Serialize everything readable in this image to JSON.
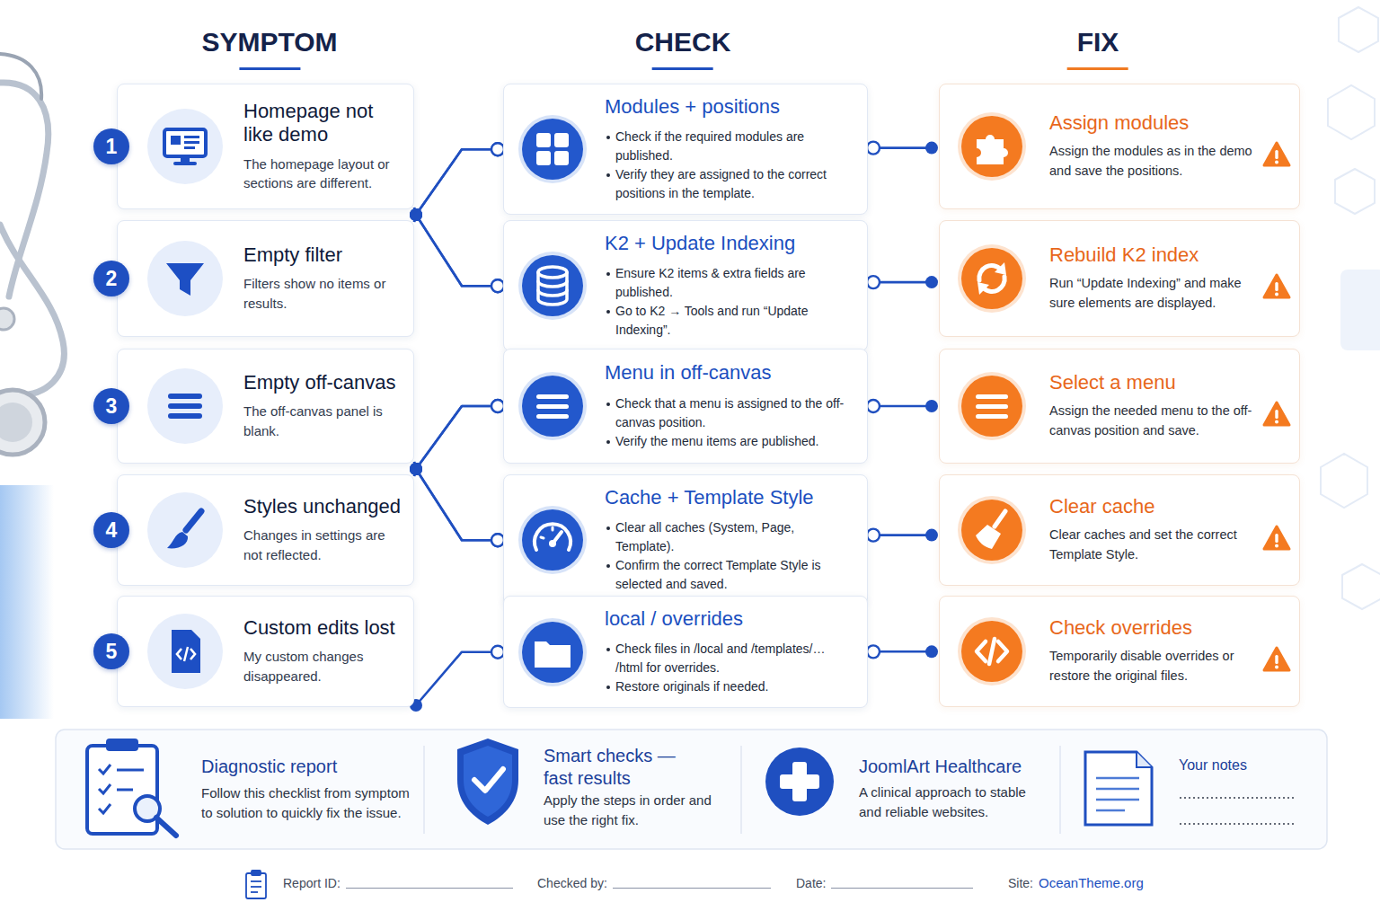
{
  "diagram": {
    "nodes": [
      {
        "text": [
          "Homepage not like demo",
          "The homepage layout or sections are different."
        ]
      },
      {
        "text": [
          "Empty filter",
          "Filters show no items or results."
        ]
      },
      {
        "text": [
          "Empty off-canvas",
          "The off-canvas panel is blank."
        ]
      },
      {
        "text": [
          "Styles unchanged",
          "Changes in settings are not reflected."
        ]
      },
      {
        "text": [
          "Custom edits lost",
          "My custom changes disappeared."
        ]
      },
      {
        "text": [
          "Modules + positions",
          "Check if the required modules are published.",
          "Verify they are assigned to the correct positions in the template."
        ]
      },
      {
        "text": [
          "K2 + Update Indexing",
          "Ensure K2 items & extra fields are published.",
          "Go to K2 → Tools and run “Update Indexing”."
        ]
      },
      {
        "text": [
          "Menu in off-canvas",
          "Check that a menu is assigned to the off-canvas position.",
          "Verify the menu items are published."
        ]
      },
      {
        "text": [
          "Cache + Template Style",
          "Clear all caches (System, Page, Template).",
          "Confirm the correct Template Style is selected and saved."
        ]
      },
      {
        "text": [
          "local / overrides",
          "Check files in /local and /templates/… /html for overrides.",
          "Restore originals if needed."
        ]
      },
      {
        "text": [
          "Assign modules",
          "Assign the modules as in the demo and save the positions."
        ]
      },
      {
        "text": [
          "Rebuild K2 index",
          "Run “Update Indexing” and make sure elements are displayed."
        ]
      },
      {
        "text": [
          "Select a menu",
          "Assign the needed menu to the off-canvas position and save."
        ]
      },
      {
        "text": [
          "Clear cache",
          "Clear caches and set the correct Template Style."
        ]
      },
      {
        "text": [
          "Check overrides",
          "Temporarily disable overrides or restore the original files."
        ]
      }
    ],
    "edges": [
      {
        "from": 0,
        "to": 5,
        "arrow": "none"
      },
      {
        "from": 0,
        "to": 6,
        "arrow": "none"
      },
      {
        "from": 1,
        "to": 5,
        "arrow": "none"
      },
      {
        "from": 1,
        "to": 6,
        "arrow": "none"
      },
      {
        "from": 2,
        "to": 7,
        "arrow": "none"
      },
      {
        "from": 2,
        "to": 8,
        "arrow": "none"
      },
      {
        "from": 3,
        "to": 7,
        "arrow": "none"
      },
      {
        "from": 3,
        "to": 8,
        "arrow": "none"
      },
      {
        "from": 4,
        "to": 9,
        "arrow": "none"
      },
      {
        "from": 5,
        "to": 10,
        "arrow": "none"
      },
      {
        "from": 6,
        "to": 11,
        "arrow": "none"
      },
      {
        "from": 7,
        "to": 12,
        "arrow": "none"
      },
      {
        "from": 8,
        "to": 13,
        "arrow": "none"
      },
      {
        "from": 9,
        "to": 14,
        "arrow": "none"
      }
    ],
    "labels": [
      "SYMPTOM",
      "CHECK",
      "FIX",
      "1",
      "2",
      "3",
      "4",
      "5",
      "Diagnostic report",
      "Follow this checklist from symptom to solution to quickly fix the issue.",
      "Smart checks — fast results",
      "Apply the steps in order and use the right fix.",
      "JoomlArt Healthcare",
      "A clinical approach to stable and reliable websites.",
      "Your notes",
      "Report ID:",
      "Checked by:",
      "Date:",
      "Site:",
      "OceanTheme.org"
    ]
  }
}
